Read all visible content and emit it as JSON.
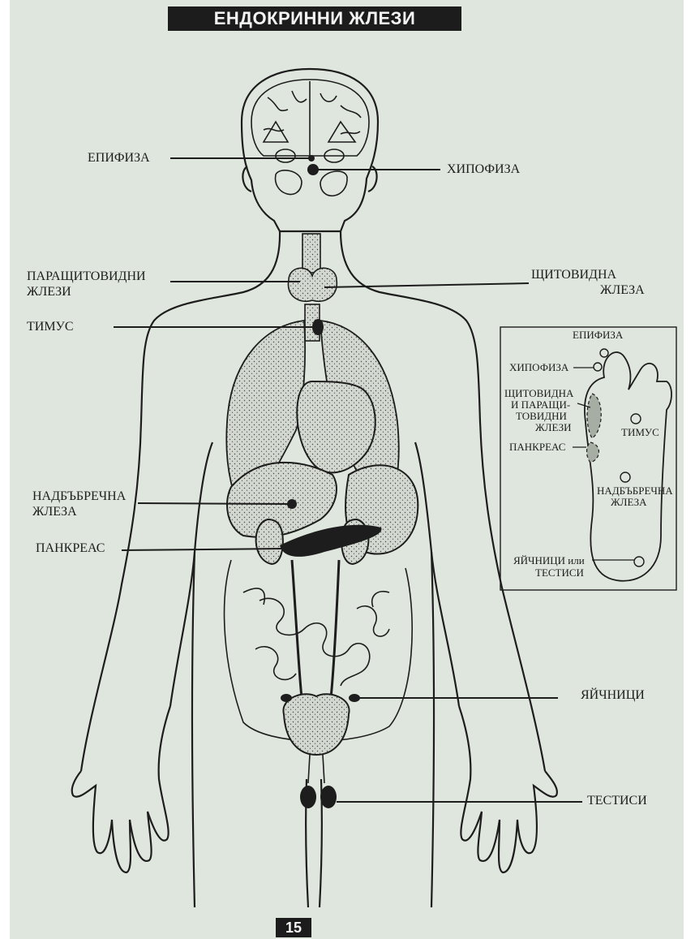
{
  "page": {
    "title": "ЕНДОКРИННИ ЖЛЕЗИ",
    "page_number": "15"
  },
  "body_labels": {
    "epiphysis": "ЕПИФИЗА",
    "hypophysis": "ХИПОФИЗА",
    "parathyroid_1": "ПАРАЩИТОВИДНИ",
    "parathyroid_2": "ЖЛЕЗИ",
    "thyroid_1": "ЩИТОВИДНА",
    "thyroid_2": "ЖЛЕЗА",
    "thymus": "ТИМУС",
    "adrenal_1": "НАДБЪБРЕЧНА",
    "adrenal_2": "ЖЛЕЗА",
    "pancreas": "ПАНКРЕАС",
    "ovaries": "ЯЙЧНИЦИ",
    "testes": "ТЕСТИСИ"
  },
  "foot_map": {
    "epiphysis": "ЕПИФИЗА",
    "hypophysis": "ХИПОФИЗА",
    "thyroid_1": "ЩИТОВИДНА",
    "thyroid_2": "И ПАРАЩИ-",
    "thyroid_3": "ТОВИДНИ",
    "thyroid_4": "ЖЛЕЗИ",
    "thymus": "ТИМУС",
    "pancreas": "ПАНКРЕАС",
    "adrenal_1": "НАДБЪБРЕЧНА",
    "adrenal_2": "ЖЛЕЗА",
    "gonads_1": "ЯЙЧНИЦИ или",
    "gonads_2": "ТЕСТИСИ"
  },
  "colors": {
    "paper": "#dfe6dd",
    "ink": "#1d1d1d",
    "organ_fill": "#bfc6bd"
  }
}
